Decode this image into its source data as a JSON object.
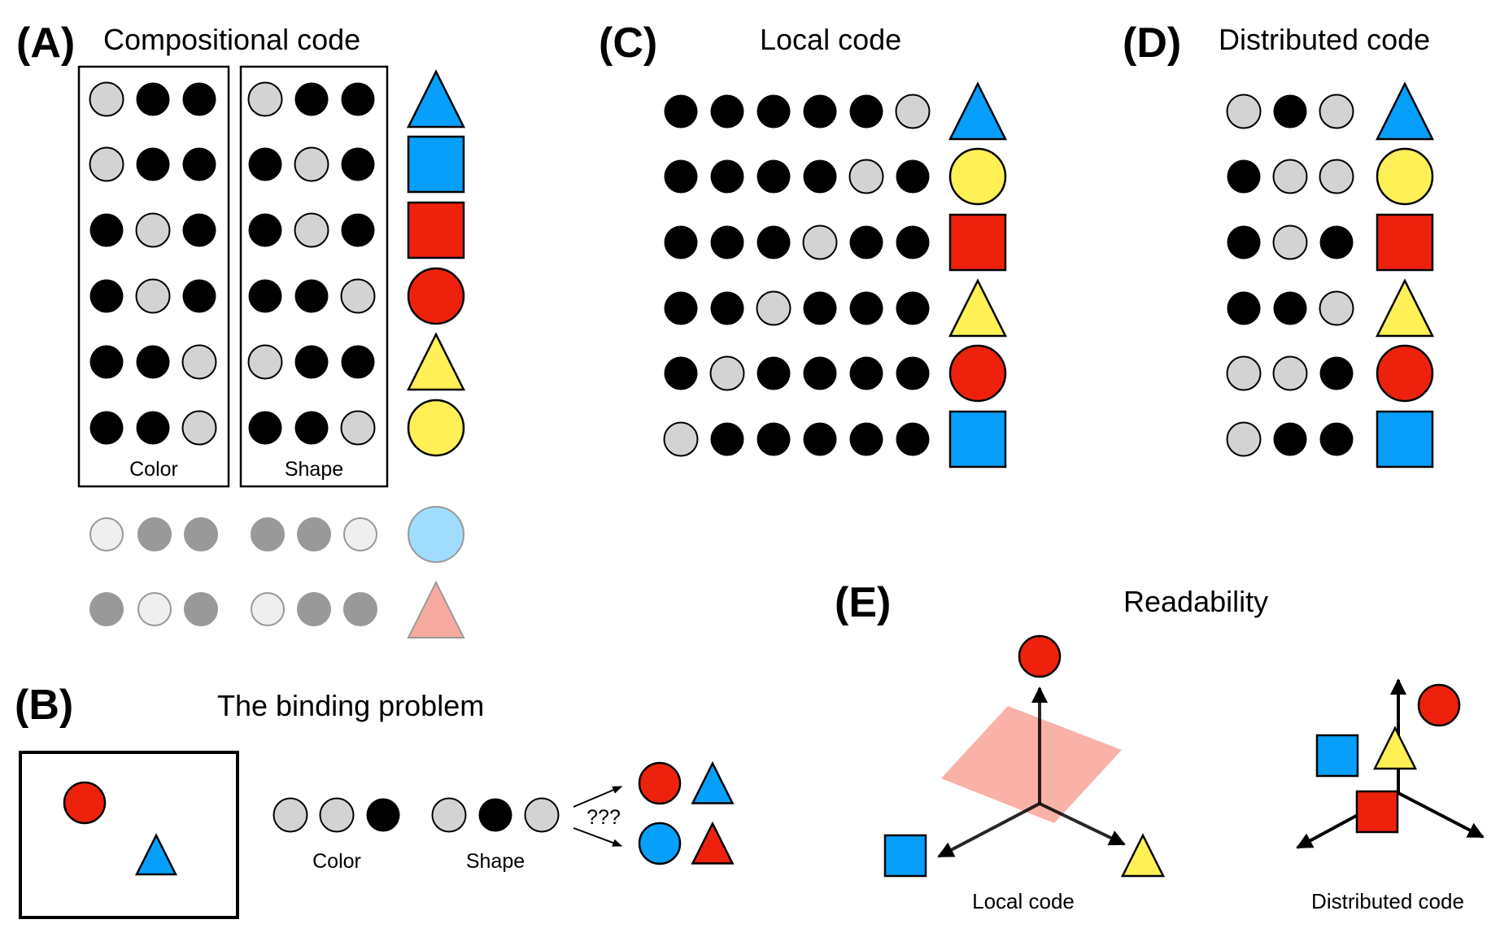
{
  "colors": {
    "unit_on": "#000000",
    "unit_off": "#d3d3d3",
    "faded_on": "#999999",
    "faded_off": "#efefef",
    "faded_stroke": "#999999",
    "blue": "#069ffb",
    "red": "#ee220c",
    "yellow": "#fff056",
    "light_blue": "#9fdcff",
    "light_red": "#f8a99f",
    "plane": "#f8877a"
  },
  "panel_a": {
    "letter": "(A)",
    "title": "Compositional code",
    "color_group_label": "Color",
    "shape_group_label": "Shape",
    "rows": [
      {
        "color_code": [
          0,
          1,
          1
        ],
        "shape_code": [
          0,
          1,
          1
        ],
        "object": {
          "shape": "triangle",
          "color": "blue"
        }
      },
      {
        "color_code": [
          0,
          1,
          1
        ],
        "shape_code": [
          1,
          0,
          1
        ],
        "object": {
          "shape": "square",
          "color": "blue"
        }
      },
      {
        "color_code": [
          1,
          0,
          1
        ],
        "shape_code": [
          1,
          0,
          1
        ],
        "object": {
          "shape": "square",
          "color": "red"
        }
      },
      {
        "color_code": [
          1,
          0,
          1
        ],
        "shape_code": [
          1,
          1,
          0
        ],
        "object": {
          "shape": "circle",
          "color": "red"
        }
      },
      {
        "color_code": [
          1,
          1,
          0
        ],
        "shape_code": [
          0,
          1,
          1
        ],
        "object": {
          "shape": "triangle",
          "color": "yellow"
        }
      },
      {
        "color_code": [
          1,
          1,
          0
        ],
        "shape_code": [
          1,
          1,
          0
        ],
        "object": {
          "shape": "circle",
          "color": "yellow"
        }
      }
    ],
    "novel_rows": [
      {
        "color_code": [
          0,
          1,
          1
        ],
        "shape_code": [
          1,
          1,
          0
        ],
        "object": {
          "shape": "circle",
          "color": "light_blue"
        }
      },
      {
        "color_code": [
          1,
          0,
          1
        ],
        "shape_code": [
          0,
          1,
          1
        ],
        "object": {
          "shape": "triangle",
          "color": "light_red"
        }
      }
    ]
  },
  "panel_b": {
    "letter": "(B)",
    "title": "The binding problem",
    "scene_objects": [
      {
        "shape": "circle",
        "color": "red"
      },
      {
        "shape": "triangle",
        "color": "blue"
      }
    ],
    "color_code": [
      0,
      0,
      1
    ],
    "shape_code": [
      0,
      1,
      0
    ],
    "color_label": "Color",
    "shape_label": "Shape",
    "ambiguity_label": "???",
    "interpretations": [
      [
        {
          "shape": "circle",
          "color": "red"
        },
        {
          "shape": "triangle",
          "color": "blue"
        }
      ],
      [
        {
          "shape": "circle",
          "color": "blue"
        },
        {
          "shape": "triangle",
          "color": "red"
        }
      ]
    ]
  },
  "panel_c": {
    "letter": "(C)",
    "title": "Local code",
    "rows": [
      {
        "code": [
          1,
          1,
          1,
          1,
          1,
          0
        ],
        "object": {
          "shape": "triangle",
          "color": "blue"
        }
      },
      {
        "code": [
          1,
          1,
          1,
          1,
          0,
          1
        ],
        "object": {
          "shape": "circle",
          "color": "yellow"
        }
      },
      {
        "code": [
          1,
          1,
          1,
          0,
          1,
          1
        ],
        "object": {
          "shape": "square",
          "color": "red"
        }
      },
      {
        "code": [
          1,
          1,
          0,
          1,
          1,
          1
        ],
        "object": {
          "shape": "triangle",
          "color": "yellow"
        }
      },
      {
        "code": [
          1,
          0,
          1,
          1,
          1,
          1
        ],
        "object": {
          "shape": "circle",
          "color": "red"
        }
      },
      {
        "code": [
          0,
          1,
          1,
          1,
          1,
          1
        ],
        "object": {
          "shape": "square",
          "color": "blue"
        }
      }
    ]
  },
  "panel_d": {
    "letter": "(D)",
    "title": "Distributed code",
    "rows": [
      {
        "code": [
          0,
          1,
          0
        ],
        "object": {
          "shape": "triangle",
          "color": "blue"
        }
      },
      {
        "code": [
          1,
          0,
          0
        ],
        "object": {
          "shape": "circle",
          "color": "yellow"
        }
      },
      {
        "code": [
          1,
          0,
          1
        ],
        "object": {
          "shape": "square",
          "color": "red"
        }
      },
      {
        "code": [
          1,
          1,
          0
        ],
        "object": {
          "shape": "triangle",
          "color": "yellow"
        }
      },
      {
        "code": [
          0,
          0,
          1
        ],
        "object": {
          "shape": "circle",
          "color": "red"
        }
      },
      {
        "code": [
          0,
          1,
          1
        ],
        "object": {
          "shape": "square",
          "color": "blue"
        }
      }
    ]
  },
  "panel_e": {
    "letter": "(E)",
    "title": "Readability",
    "local": {
      "label": "Local code",
      "objects": [
        {
          "shape": "circle",
          "color": "red",
          "axis": "up"
        },
        {
          "shape": "square",
          "color": "blue",
          "axis": "left"
        },
        {
          "shape": "triangle",
          "color": "yellow",
          "axis": "right"
        }
      ]
    },
    "distributed": {
      "label": "Distributed code",
      "objects": [
        {
          "shape": "circle",
          "color": "red"
        },
        {
          "shape": "square",
          "color": "blue"
        },
        {
          "shape": "triangle",
          "color": "yellow"
        },
        {
          "shape": "square",
          "color": "red"
        }
      ]
    }
  }
}
